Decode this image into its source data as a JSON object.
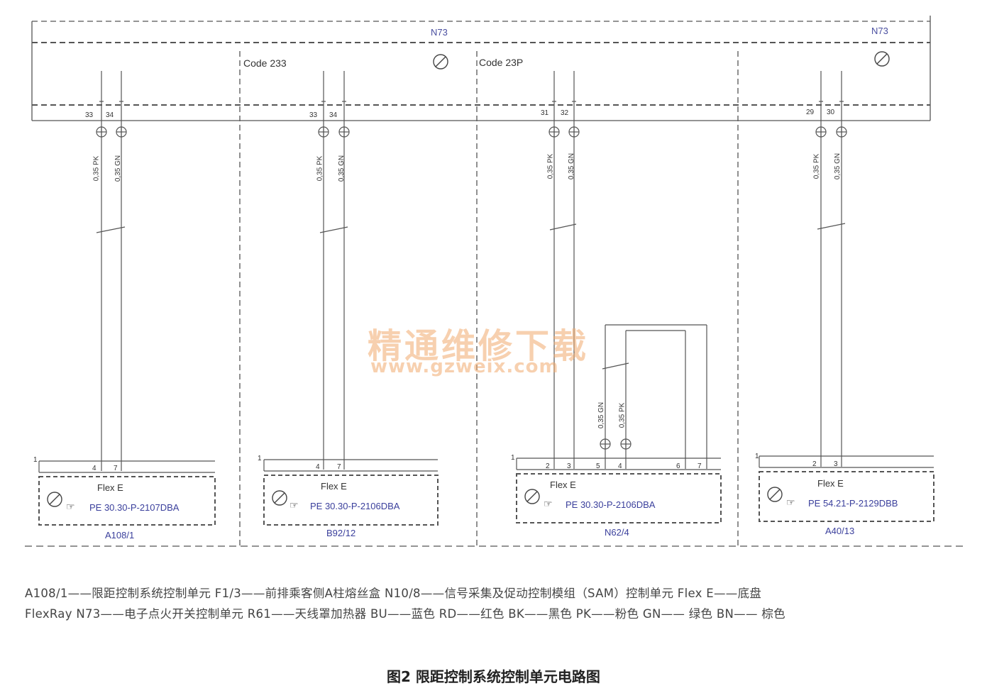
{
  "header": {
    "n73_left": "N73",
    "n73_right": "N73"
  },
  "sections": [
    {
      "code": "",
      "pins_top": [
        "33",
        "34"
      ],
      "wires": [
        "0,35 PK",
        "0,35 GN"
      ],
      "pins_bottom": [
        "4",
        "7"
      ],
      "flex": "Flex E",
      "ref": "PE 30.30-P-2107DBA",
      "component": "A108/1"
    },
    {
      "code": "Code 233",
      "pins_top": [
        "33",
        "34"
      ],
      "wires": [
        "0,35 PK",
        "0,35 GN"
      ],
      "pins_bottom": [
        "4",
        "7"
      ],
      "flex": "Flex E",
      "ref": "PE 30.30-P-2106DBA",
      "component": "B92/12"
    },
    {
      "code": "Code 23P",
      "pins_top": [
        "31",
        "32"
      ],
      "wires": [
        "0,35 PK",
        "0,35 GN"
      ],
      "pins_bottom": [
        "2",
        "3",
        "5",
        "4",
        "6",
        "7"
      ],
      "extra_wires": [
        "0,35 GN",
        "0,35 PK"
      ],
      "flex": "Flex E",
      "ref": "PE 30.30-P-2106DBA",
      "component": "N62/4"
    },
    {
      "code": "",
      "pins_top": [
        "29",
        "30"
      ],
      "wires": [
        "0,35 PK",
        "0,35 GN"
      ],
      "pins_bottom": [
        "2",
        "3"
      ],
      "flex": "Flex E",
      "ref": "PE 54.21-P-2129DBB",
      "component": "A40/13"
    }
  ],
  "connector_number": "1",
  "watermark": {
    "cn": "精通维修下载",
    "url": "www.gzweix.com"
  },
  "legend": {
    "line1": "A108/1——限距控制系统控制单元  F1/3——前排乘客侧A柱熔丝盒  N10/8——信号采集及促动控制模组（SAM）控制单元  Flex E——底盘",
    "line2": "FlexRay  N73——电子点火开关控制单元  R61——天线罩加热器  BU——蓝色  RD——红色  BK——黑色  PK——粉色  GN—— 绿色  BN—— 棕色"
  },
  "caption": "图2 限距控制系统控制单元电路图",
  "colors": {
    "line": "#555555",
    "blue_text": "#3a3f9c",
    "watermark": "#f0aa6e"
  }
}
